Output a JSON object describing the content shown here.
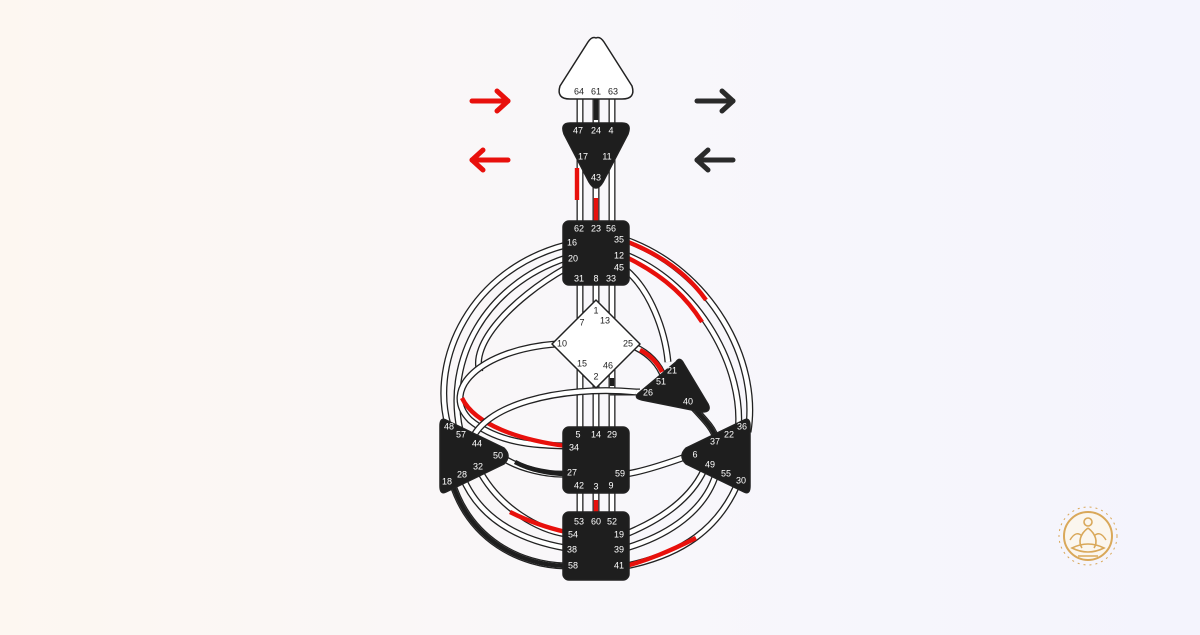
{
  "colors": {
    "defined": "#1e1e1e",
    "accent_red": "#e8100c",
    "open_center": "#ffffff",
    "outline": "#222222",
    "logo_gold": "#d9a85a"
  },
  "arrows": [
    {
      "id": "top-left",
      "direction": "right",
      "color": "#e8100c"
    },
    {
      "id": "bottom-left",
      "direction": "left",
      "color": "#e8100c"
    },
    {
      "id": "top-right",
      "direction": "right",
      "color": "#2a2a2a"
    },
    {
      "id": "bottom-right",
      "direction": "left",
      "color": "#2a2a2a"
    }
  ],
  "centers": {
    "head": {
      "name": "head",
      "defined": false,
      "gates": [
        "64",
        "61",
        "63"
      ]
    },
    "ajna": {
      "name": "ajna",
      "defined": true,
      "gates": [
        "47",
        "24",
        "4",
        "17",
        "11",
        "43"
      ]
    },
    "throat": {
      "name": "throat",
      "defined": true,
      "gates": [
        "62",
        "23",
        "56",
        "16",
        "35",
        "12",
        "20",
        "45",
        "31",
        "8",
        "33"
      ]
    },
    "g": {
      "name": "g",
      "defined": false,
      "gates": [
        "1",
        "7",
        "13",
        "10",
        "25",
        "15",
        "46",
        "2"
      ]
    },
    "ego": {
      "name": "ego",
      "defined": true,
      "gates": [
        "21",
        "51",
        "26",
        "40"
      ]
    },
    "spleen": {
      "name": "spleen",
      "defined": true,
      "gates": [
        "48",
        "57",
        "44",
        "50",
        "32",
        "28",
        "18"
      ]
    },
    "sacral": {
      "name": "sacral",
      "defined": true,
      "gates": [
        "5",
        "14",
        "29",
        "34",
        "27",
        "59",
        "42",
        "3",
        "9"
      ]
    },
    "solar_plexus": {
      "name": "solar-plexus",
      "defined": true,
      "gates": [
        "36",
        "22",
        "37",
        "6",
        "49",
        "55",
        "30"
      ]
    },
    "root": {
      "name": "root",
      "defined": true,
      "gates": [
        "53",
        "60",
        "52",
        "54",
        "19",
        "38",
        "39",
        "58",
        "41"
      ]
    }
  },
  "logo": {
    "name": "lotus-meditation-logo"
  }
}
